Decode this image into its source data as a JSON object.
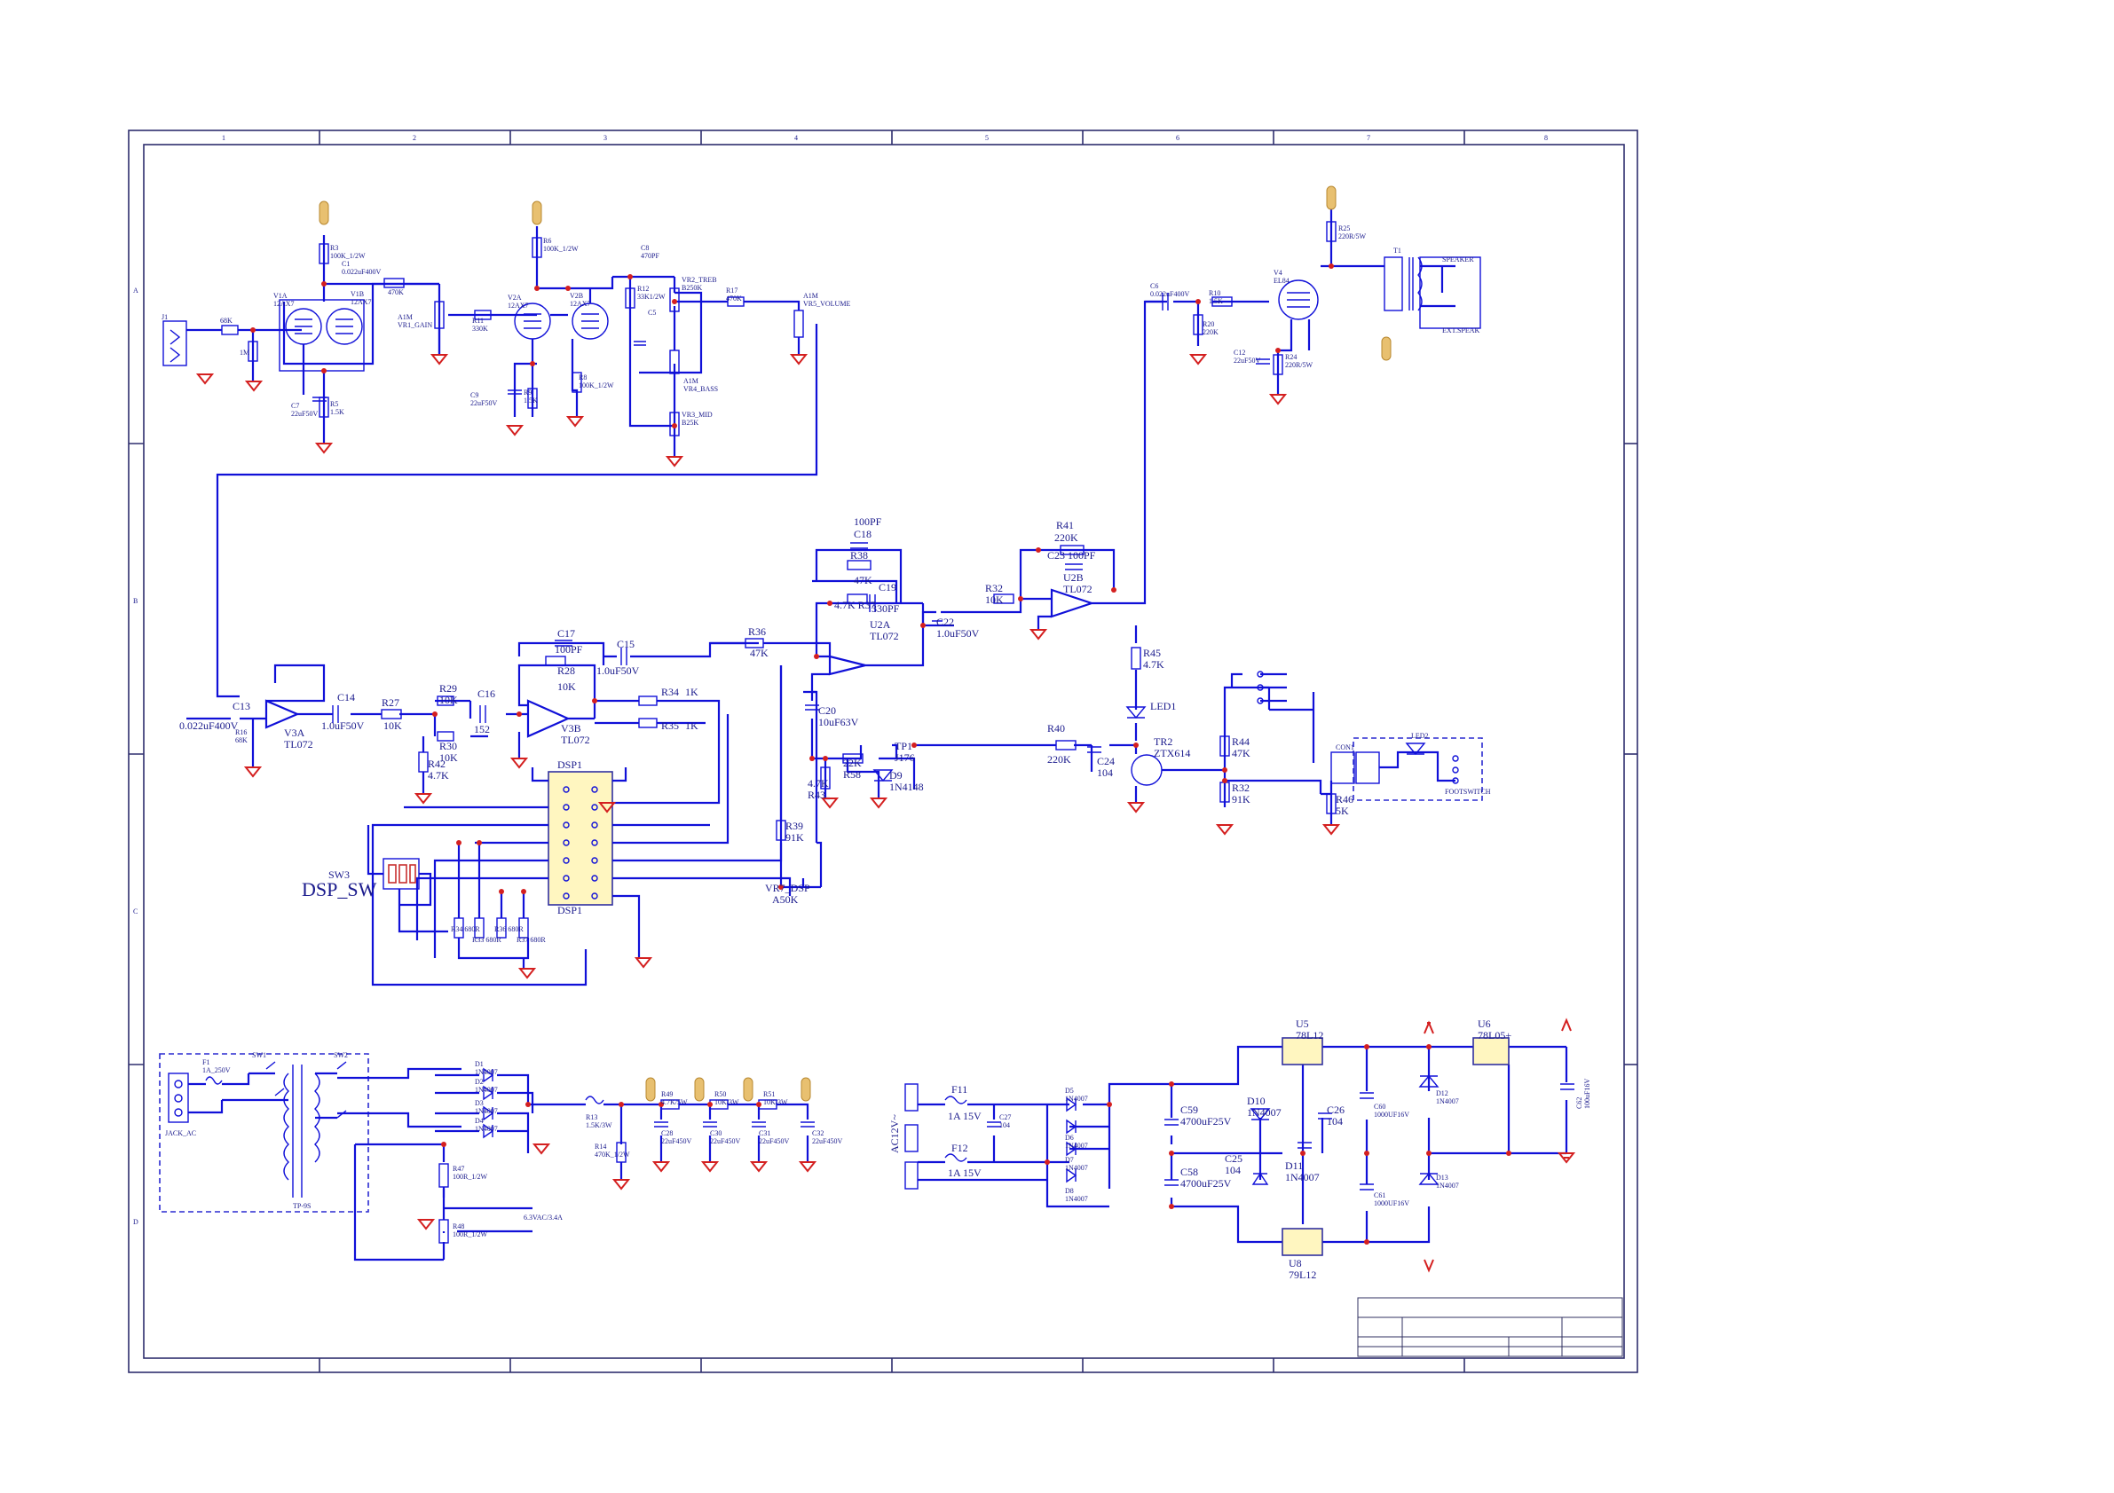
{
  "tube_section": {
    "input_jack": "J1",
    "r_input": "68K",
    "r_grid": "1M",
    "v1a": "V1A\n12AX7",
    "v1b": "V1B\n12AX7",
    "r3": "R3\n100K_1/2W",
    "c1": "C1\n0.022uF400V",
    "r_470k": "470K",
    "c7": "C7\n22uF50V",
    "r5": "R5\n1.5K",
    "gain_pot": "A1M\nVR1_GAIN",
    "r11": "R11\n330K",
    "v2a": "V2A\n12AX7",
    "v2b": "V2B\n12AX7",
    "r6": "R6\n100K_1/2W",
    "r8": "R8\n100K_1/2W",
    "c9": "C9\n22uF50V",
    "r9": "R9\n1.5K",
    "c8": "C8\n470PF",
    "r12": "R12\n33K1/2W",
    "c5": "C5",
    "treb_pot": "VR2_TREB\nB250K",
    "bass_pot": "A1M\nVR4_BASS",
    "mid_pot": "VR3_MID\nB25K",
    "r17": "R17\n470K",
    "volume_pot": "A1M\nVR5_VOLUME"
  },
  "dsp_section": {
    "c13": "C13",
    "c13_val": "0.022uF400V",
    "r16": "R16\n68K",
    "u4a": "V3A\nTL072",
    "c14": "C14",
    "c14_val": "1.0uF50V",
    "r27": "R27",
    "r27_val": "10K",
    "r29": "R29\n10K",
    "r30": "R30\n10K",
    "c16": "C16",
    "c16_val": "152",
    "r42": "R42\n4.7K",
    "c17": "C17",
    "c17_val": "100PF",
    "r28": "R28",
    "r28_val": "10K",
    "u4b": "V3B\nTL072",
    "c15": "C15",
    "c15_val": "1.0uF50V",
    "r34": "R34",
    "r34_val": "1K",
    "r35": "R35",
    "r35_val": "1K",
    "dsp1_top": "DSP1",
    "dsp1_bottom": "DSP1",
    "dsp_sw_small": "SW3",
    "dsp_sw": "DSP_SW",
    "r_sw": [
      "R34 680R",
      "R33 680R",
      "R36 680R",
      "R37 680R"
    ],
    "r39": "R39\n91K",
    "vr_dsp": "VR7_DSP",
    "vr_dsp_val": "A50K",
    "r36": "R36",
    "r36_val": "47K",
    "c18": "100PF",
    "c18_ref": "C18",
    "r38": "R38",
    "r38_val": "47K",
    "r37": "4.7K  R37",
    "c19": "C19",
    "c19_val": "330PF",
    "u2a": "U2A\nTL072",
    "c20": "C20\n10uF63V",
    "r43": "4.7K\nR43",
    "r_22k": "22K\nR58",
    "tp1": "TP1\nJ176",
    "d9": "D9\n1N4148",
    "c22": "C22\n1.0uF50V",
    "r32": "R32\n10K",
    "r41": "R41",
    "r41_val": "220K",
    "c23": "C23 100PF",
    "u2b": "U2B\nTL072"
  },
  "power_amp": {
    "c6": "C6\n0.022uF400V",
    "r10": "R10\n1.5K",
    "r20": "R20\n220K",
    "v4": "V4\nEL84",
    "r25": "R25\n220R/5W",
    "c12": "C12\n22uF50V",
    "r24": "R24\n220R/5W",
    "t1": "T1",
    "speaker": "SPEAKER",
    "ext_speak": "EXT.SPEAK",
    "r45": "R45\n4.7K",
    "led1": "LED1",
    "r40": "R40",
    "r40_val": "220K",
    "c24": "C24\n104",
    "tr2": "TR2\nZTX614",
    "r44": "R44\n47K",
    "r32b": "R32\n91K",
    "r46": "R46\n5K",
    "led2": "LED2",
    "footswitch": "FOOTSWITCH",
    "con": "CON1"
  },
  "power_supply": {
    "f1": "F1\n1A_250V",
    "jack": "JACK_AC",
    "sw1": "SW1",
    "sw2": "SW2",
    "transformer": "TP-9S",
    "d1": "D1\n1N4007",
    "d2": "D2\n1N4007",
    "d3": "D3\n1N4007",
    "d4": "D4\n1N4007",
    "r13": "R13\n1.5K/3W",
    "r14": "R14\n470K_1/2W",
    "c28": "C28\n22uF450V",
    "r_hv1": "R49\n4.7K/5W",
    "c30": "C30\n22uF450V",
    "r_hv2": "R50\n10K/3W",
    "c31": "C31\n22uF450V",
    "r_hv3": "R51\n10K/3W",
    "c32": "C32\n22uF450V",
    "r47": "R47\n100R_1/2W",
    "r48": "R48\n100R_1/2W",
    "heater": "6.3VAC/3.4A",
    "ac_in": "AC12V~",
    "f11": "F11",
    "f11_val": "1A  15V",
    "f12": "F12",
    "f12_val": "1A  15V",
    "c27": "C27\n104",
    "d5": "D5\n1N4007",
    "d6": "D6\n1N4007",
    "d7": "D7\n1N4007",
    "d8": "D8\n1N4007",
    "c59": "C59\n4700uF25V",
    "c58": "C58\n4700uF25V",
    "u5": "U5\n78L12",
    "u6": "U6\n78L05+",
    "u8": "U8\n79L12",
    "d10": "D10\n1N4007",
    "d11": "D11\n1N4007",
    "c26": "C26\n104",
    "c25": "C25\n104",
    "c60": "C60\n1000UF16V",
    "c61": "C61\n1000UF16V",
    "d12": "D12\n1N4007",
    "d13": "D13\n1N4007",
    "c62": "C62\n100uF16V"
  },
  "frame": {
    "col_marks": [
      "1",
      "2",
      "3",
      "4",
      "5",
      "6",
      "7",
      "8"
    ],
    "row_marks": [
      "A",
      "B",
      "C",
      "D"
    ]
  },
  "colors": {
    "wire": "#1010d8",
    "ground": "#d42020",
    "junction": "#d42020",
    "label": "#1a1a8c",
    "tube_cap": "#e8c070"
  }
}
